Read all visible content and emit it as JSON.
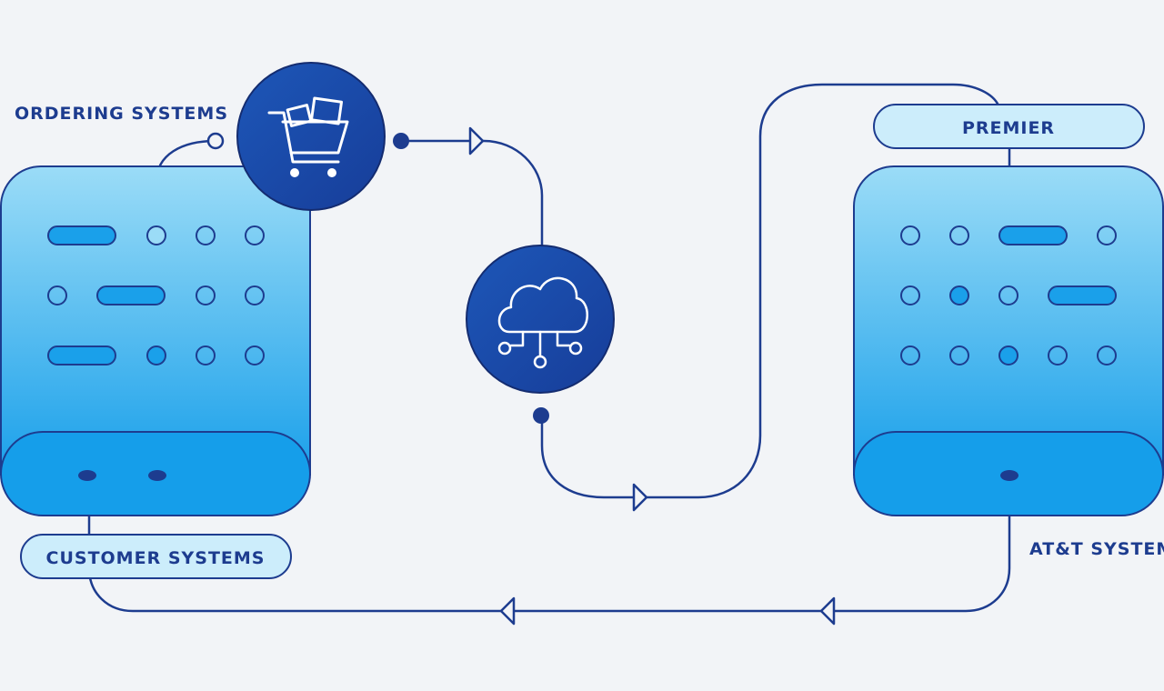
{
  "labels": {
    "ordering_systems": "ORDERING SYSTEMS",
    "premier": "PREMIER",
    "customer_systems": "CUSTOMER SYSTEMS",
    "att_system": "AT&T SYSTEM"
  },
  "icons": {
    "ordering": "shopping-cart-icon",
    "cloud": "cloud-network-icon"
  },
  "colors": {
    "background": "#f2f4f7",
    "line": "#1d3c8f",
    "server_top": "#9bdcf7",
    "server_bottom": "#1aa0ea",
    "server_base": "#159eea",
    "circle_fill": "#1a4aa8",
    "pill": "#ccedfb"
  }
}
